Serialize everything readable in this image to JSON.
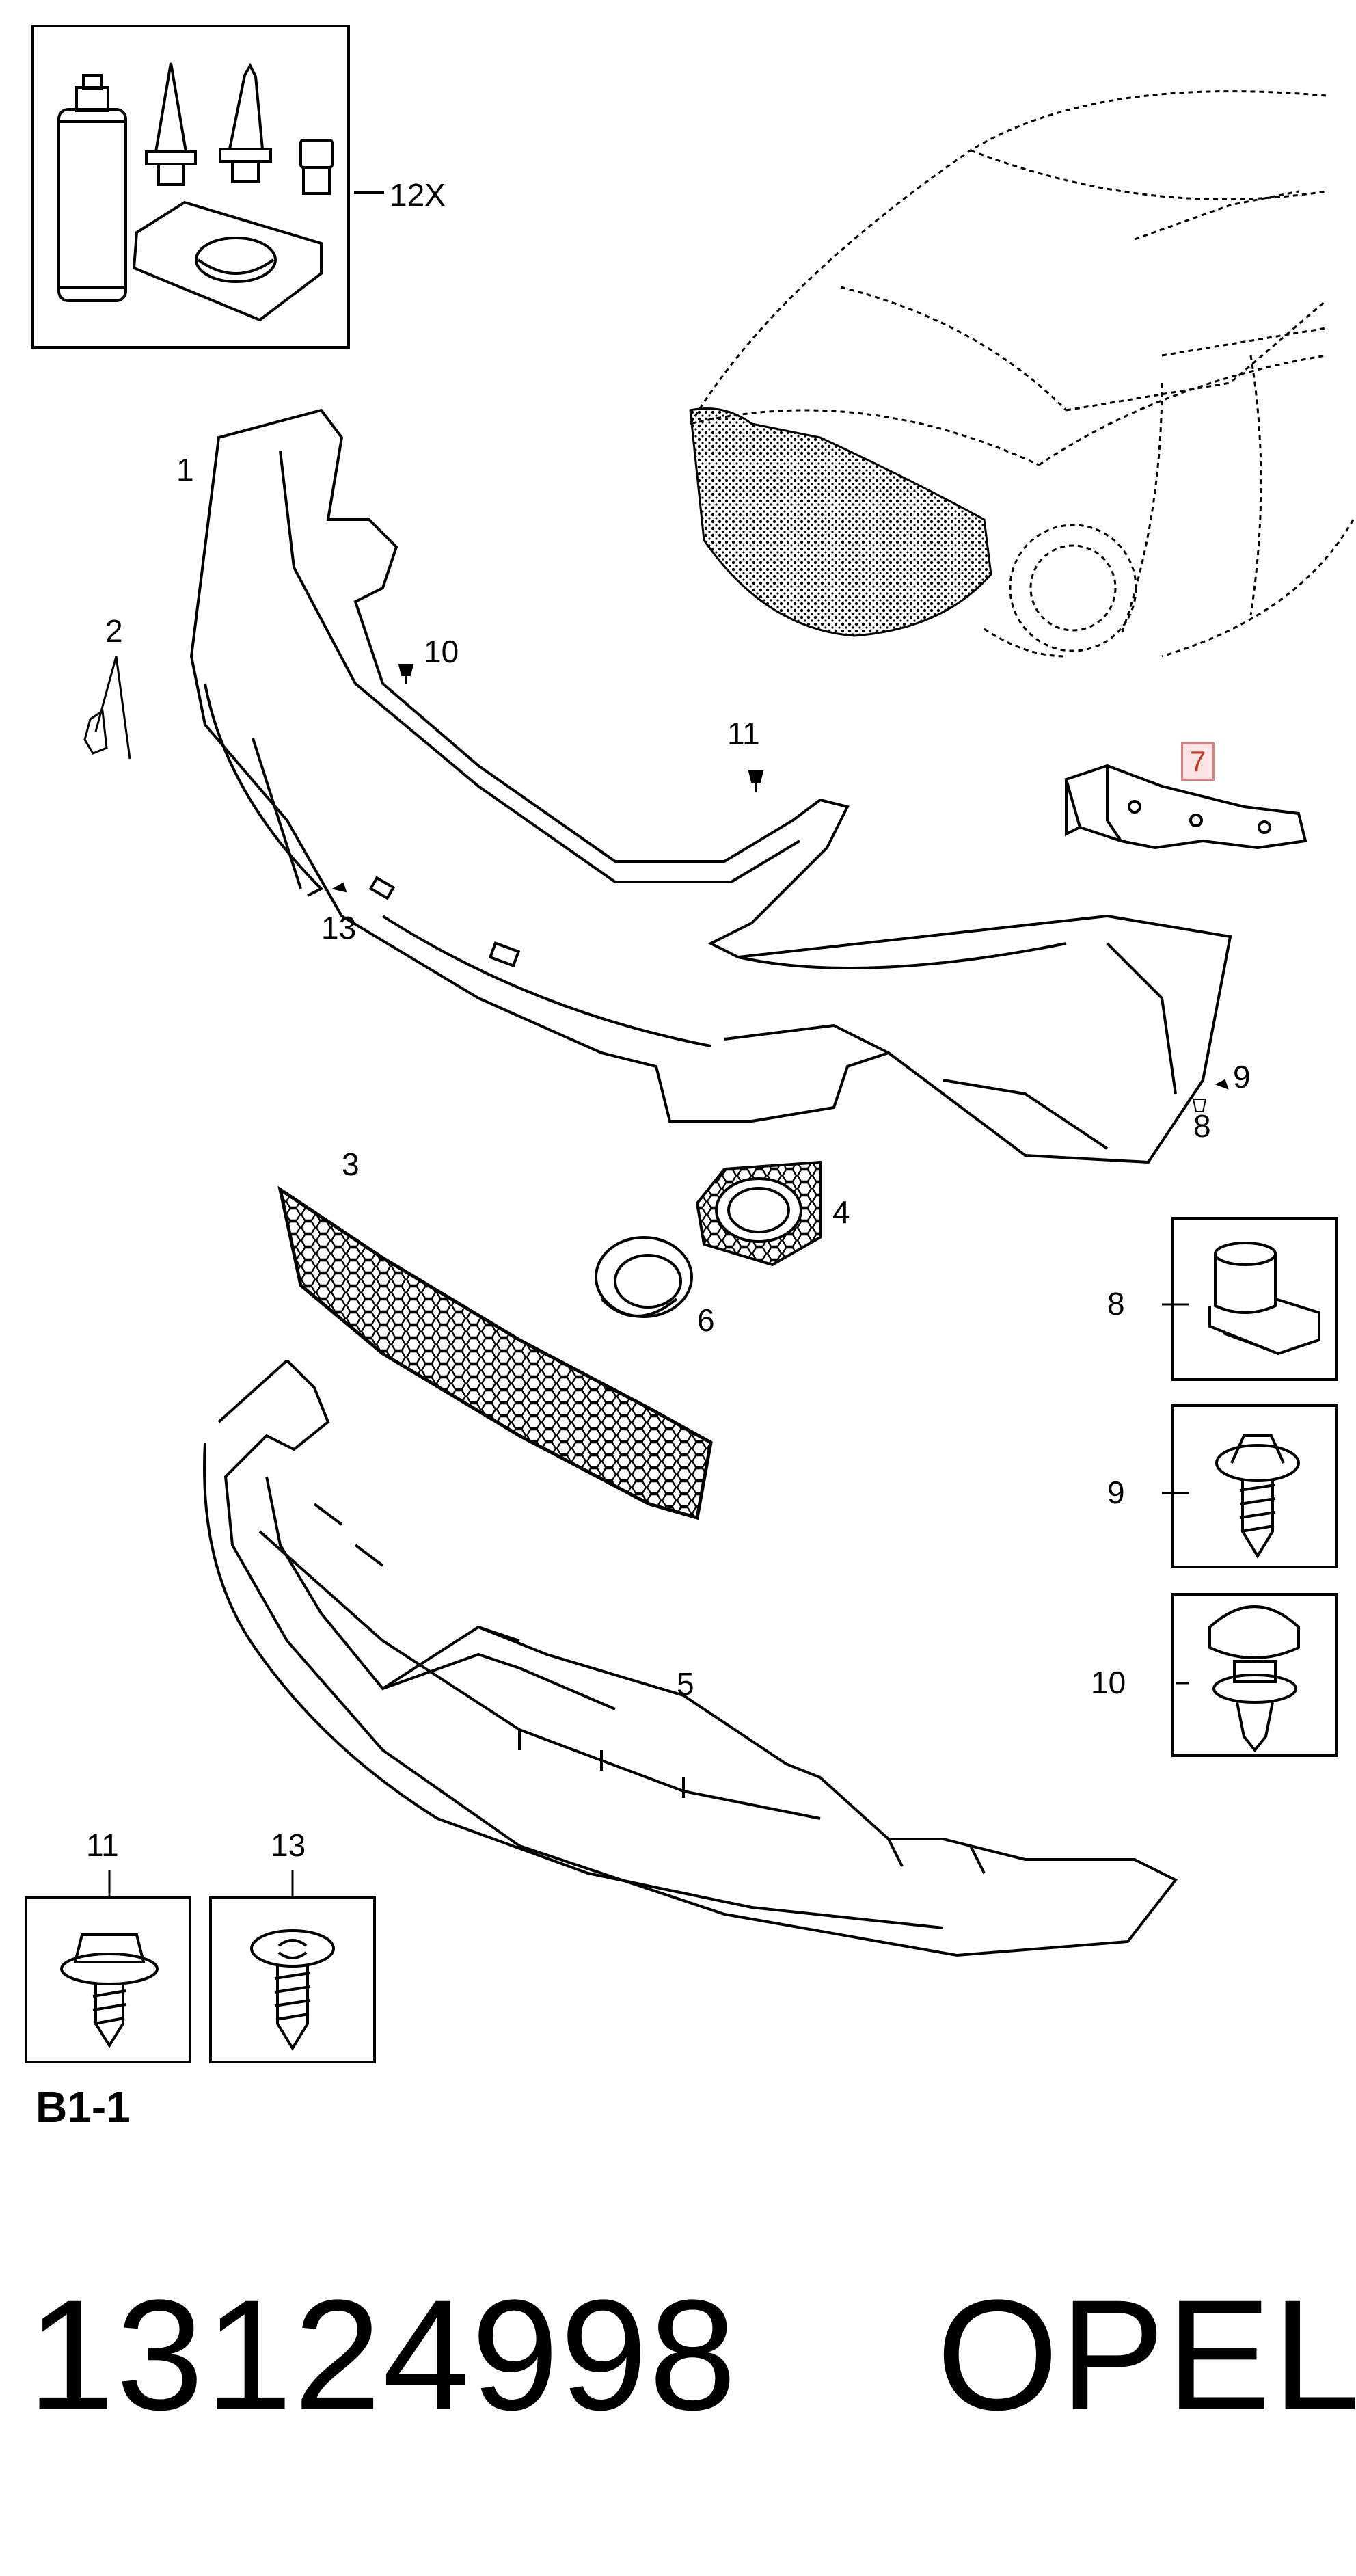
{
  "kit": {
    "quantity_label": "12X"
  },
  "callouts": {
    "c1": "1",
    "c2": "2",
    "c3": "3",
    "c4": "4",
    "c5": "5",
    "c6": "6",
    "c7": "7",
    "c8a": "8",
    "c9a": "9",
    "c10a": "10",
    "c11a": "11",
    "c13a": "13",
    "box8": "8",
    "box9": "9",
    "box10": "10",
    "box11": "11",
    "box13": "13"
  },
  "section_code": "B1-1",
  "footer": {
    "part_number": "13124998",
    "brand": "OPEL"
  },
  "colors": {
    "line": "#000000",
    "highlight_border": "#d98080",
    "highlight_fill": "#fde4e4",
    "highlight_text": "#c0392b"
  }
}
